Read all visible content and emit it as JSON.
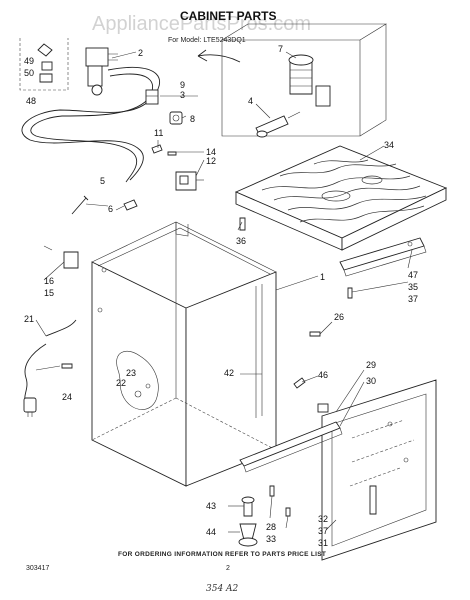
{
  "title": "CABINET PARTS",
  "subtitle": "For Model: LTE5243DQ1",
  "watermark": "AppliancePartsPros.com",
  "footer_note": "FOR ORDERING INFORMATION REFER TO PARTS PRICE LIST",
  "doc_number": "303417",
  "page_number": "2",
  "handwritten_note": "354 A2",
  "part_labels": {
    "p1": "1",
    "p2": "2",
    "p3": "3",
    "p4": "4",
    "p5": "5",
    "p6": "6",
    "p7": "7",
    "p8": "8",
    "p9": "9",
    "p11": "11",
    "p12": "12",
    "p14": "14",
    "p15": "15",
    "p16": "16",
    "p21": "21",
    "p22": "22",
    "p23": "23",
    "p24": "24",
    "p26": "26",
    "p28": "28",
    "p29": "29",
    "p30": "30",
    "p31": "31",
    "p32": "32",
    "p33": "33",
    "p34": "34",
    "p35": "35",
    "p36": "36",
    "p37a": "37",
    "p37b": "37",
    "p42": "42",
    "p43": "43",
    "p44": "44",
    "p46": "46",
    "p47": "47",
    "p48": "48",
    "p49": "49",
    "p50": "50"
  }
}
